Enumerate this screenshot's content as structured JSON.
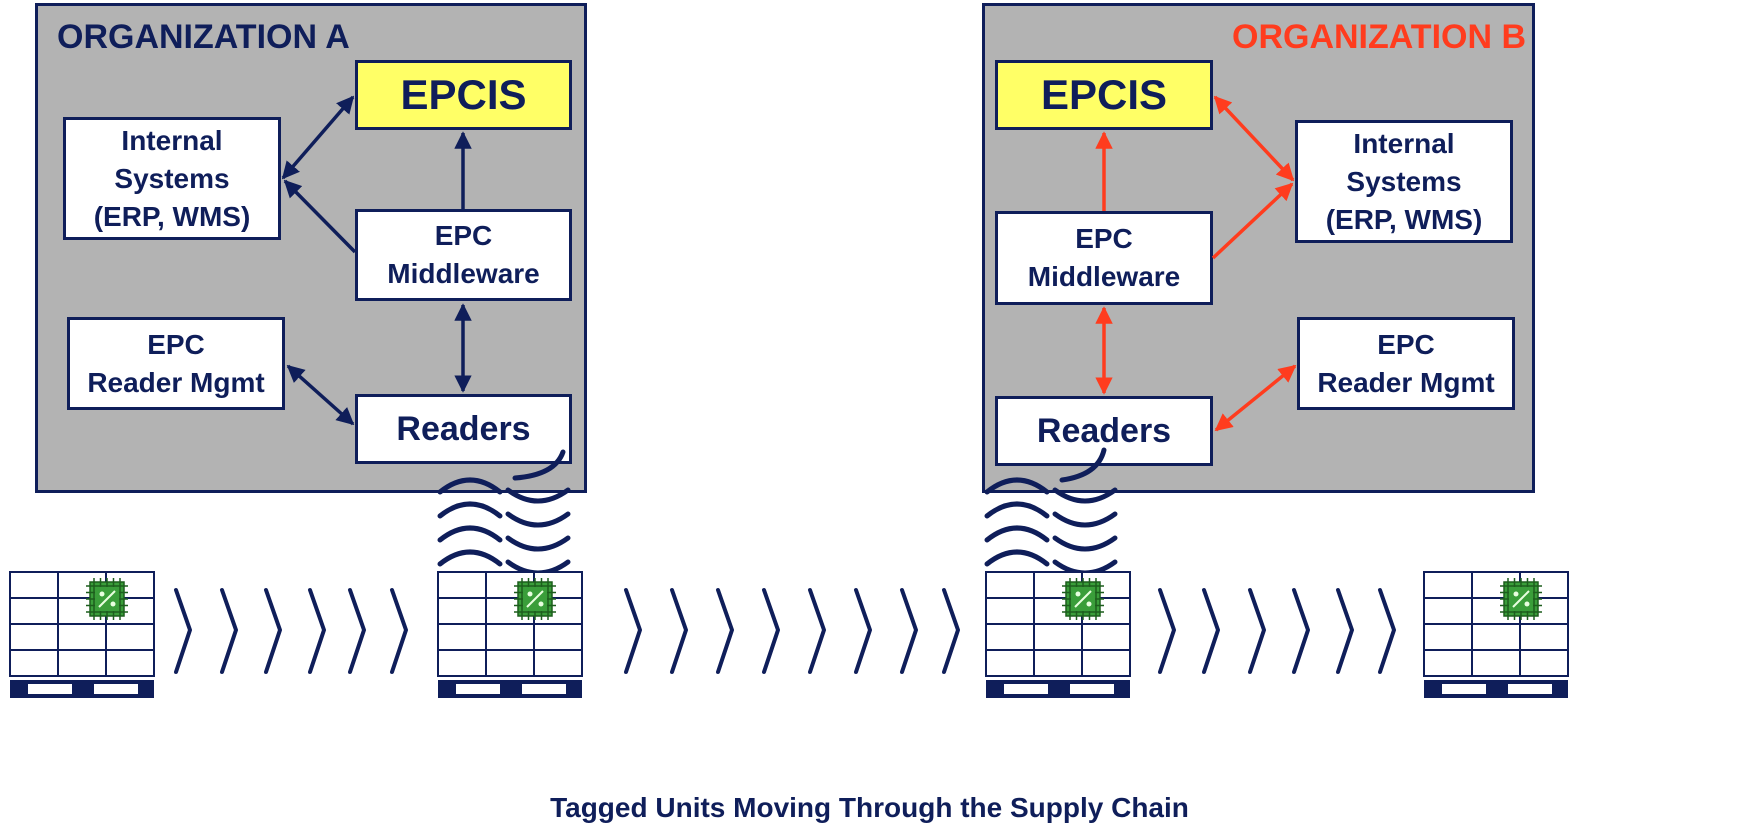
{
  "colors": {
    "navy": "#0f1e5a",
    "orange": "#ff3c1e",
    "org_background": "#b3b3b3",
    "epcis_fill": "#ffff66",
    "chip_green": "#3a9e3a"
  },
  "org_a": {
    "title": "ORGANIZATION A",
    "epcis": "EPCIS",
    "internal_systems": [
      "Internal",
      "Systems",
      "(ERP, WMS)"
    ],
    "middleware": [
      "EPC",
      "Middleware"
    ],
    "reader_mgmt": [
      "EPC",
      "Reader Mgmt"
    ],
    "readers": "Readers"
  },
  "org_b": {
    "title": "ORGANIZATION B",
    "epcis": "EPCIS",
    "internal_systems": [
      "Internal",
      "Systems",
      "(ERP, WMS)"
    ],
    "middleware": [
      "EPC",
      "Middleware"
    ],
    "reader_mgmt": [
      "EPC",
      "Reader Mgmt"
    ],
    "readers": "Readers"
  },
  "icons": {
    "pallet": "tagged-pallet-icon",
    "chip": "rfid-chip-icon",
    "chevron": "chevron-right-icon",
    "radio_waves": "radio-wave-icon"
  },
  "caption": "Tagged Units Moving Through the Supply Chain"
}
